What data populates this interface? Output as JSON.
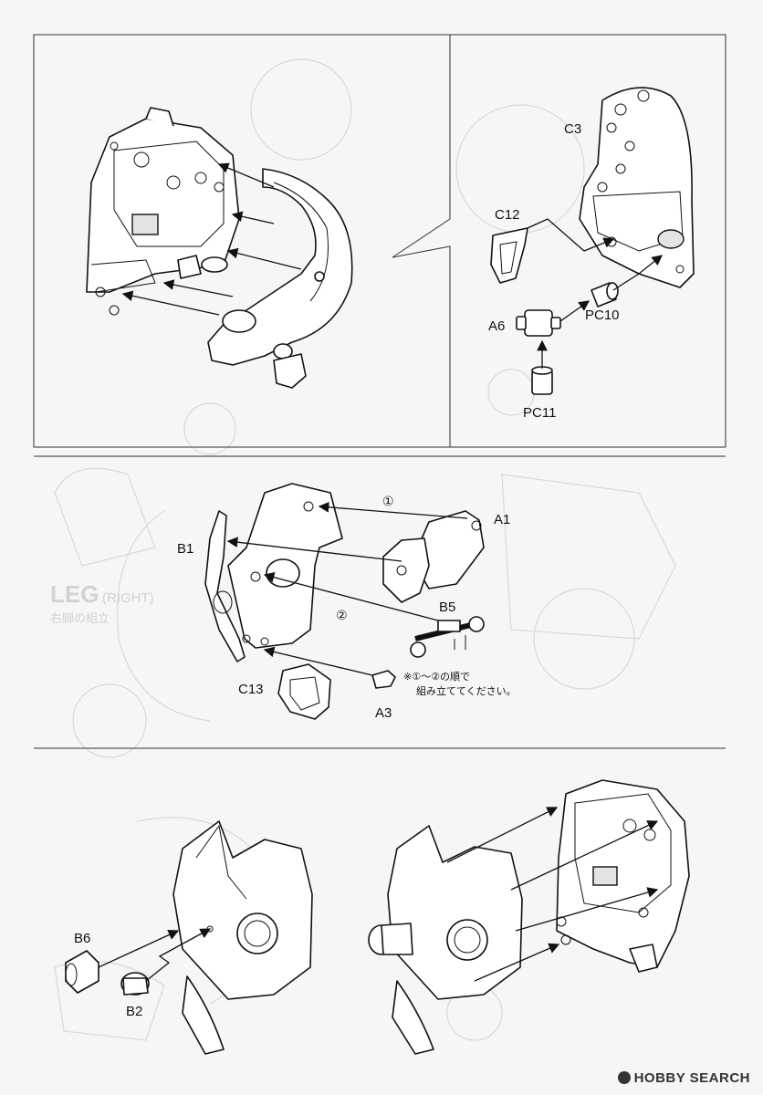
{
  "step1": {
    "labels": {
      "c3": "C3",
      "c12": "C12",
      "a6": "A6",
      "pc10": "PC10",
      "pc11": "PC11"
    }
  },
  "step2": {
    "labels": {
      "a1": "A1",
      "b1": "B1",
      "b5": "B5",
      "c13": "C13",
      "a3": "A3"
    },
    "order_marks": {
      "first": "①",
      "second": "②"
    },
    "note_line1": "※①～②の順で",
    "note_line2": "組み立ててください。"
  },
  "step3": {
    "labels": {
      "b6": "B6",
      "b2": "B2"
    }
  },
  "background_ghost_text": {
    "leg_title": "LEG",
    "leg_side": "(RIGHT)",
    "leg_subtitle": "右脚の組立"
  },
  "watermark": "HOBBY SEARCH",
  "colors": {
    "line": "#111111",
    "ghost": "#d9d9d9",
    "paper": "#f7f6f4"
  }
}
